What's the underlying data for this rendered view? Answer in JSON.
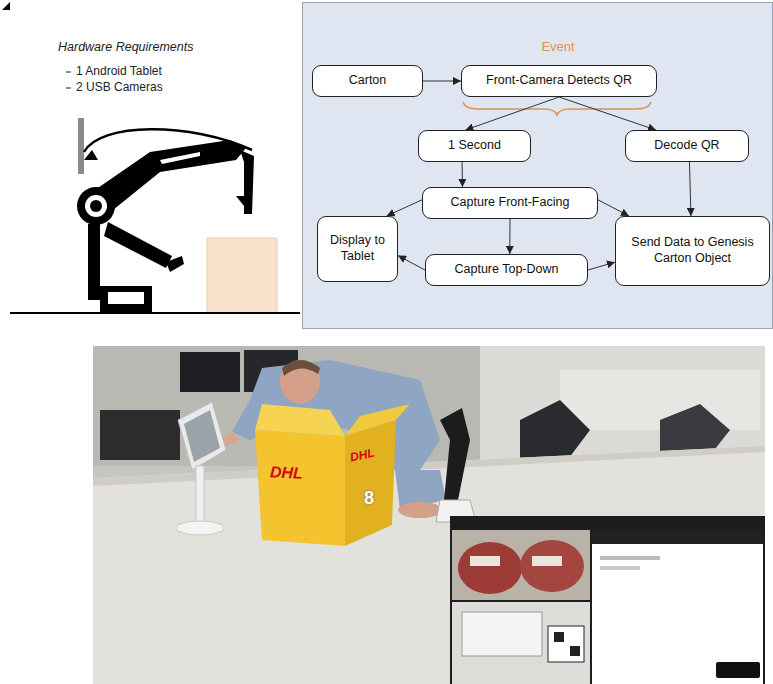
{
  "diagram": {
    "nodes": [
      {
        "text": [
          "Event"
        ]
      },
      {
        "text": [
          "Carton"
        ],
        "in": 0
      },
      {
        "text": [
          "Front-Camera Detects QR"
        ],
        "in": 0
      },
      {
        "text": [
          "1 Second"
        ],
        "in": 0
      },
      {
        "text": [
          "Decode QR"
        ],
        "in": 0
      },
      {
        "text": [
          "Capture Front-Facing"
        ],
        "in": 0
      },
      {
        "text": [
          "Display to Tablet"
        ],
        "in": 0
      },
      {
        "text": [
          "Send Data to Genesis Carton Object"
        ],
        "in": 0
      },
      {
        "text": [
          "Capture Top-Down"
        ],
        "in": 0
      }
    ],
    "edges": [
      {
        "from": 1,
        "to": 2,
        "arrow": "to"
      },
      {
        "from": 2,
        "to": 3,
        "arrow": "to"
      },
      {
        "from": 2,
        "to": 4,
        "arrow": "to"
      },
      {
        "from": 3,
        "to": 5,
        "arrow": "to"
      },
      {
        "from": 4,
        "to": 7,
        "arrow": "to"
      },
      {
        "from": 5,
        "to": 6,
        "arrow": "to"
      },
      {
        "from": 5,
        "to": 8,
        "arrow": "to"
      },
      {
        "from": 5,
        "to": 7,
        "arrow": "to"
      },
      {
        "from": 8,
        "to": 6,
        "arrow": "to"
      },
      {
        "from": 8,
        "to": 7,
        "arrow": "to"
      }
    ],
    "labels": [
      "Hardware Requirements",
      "1 Android Tablet",
      "2 USB Cameras",
      "DHL",
      "DHL",
      "8"
    ]
  }
}
